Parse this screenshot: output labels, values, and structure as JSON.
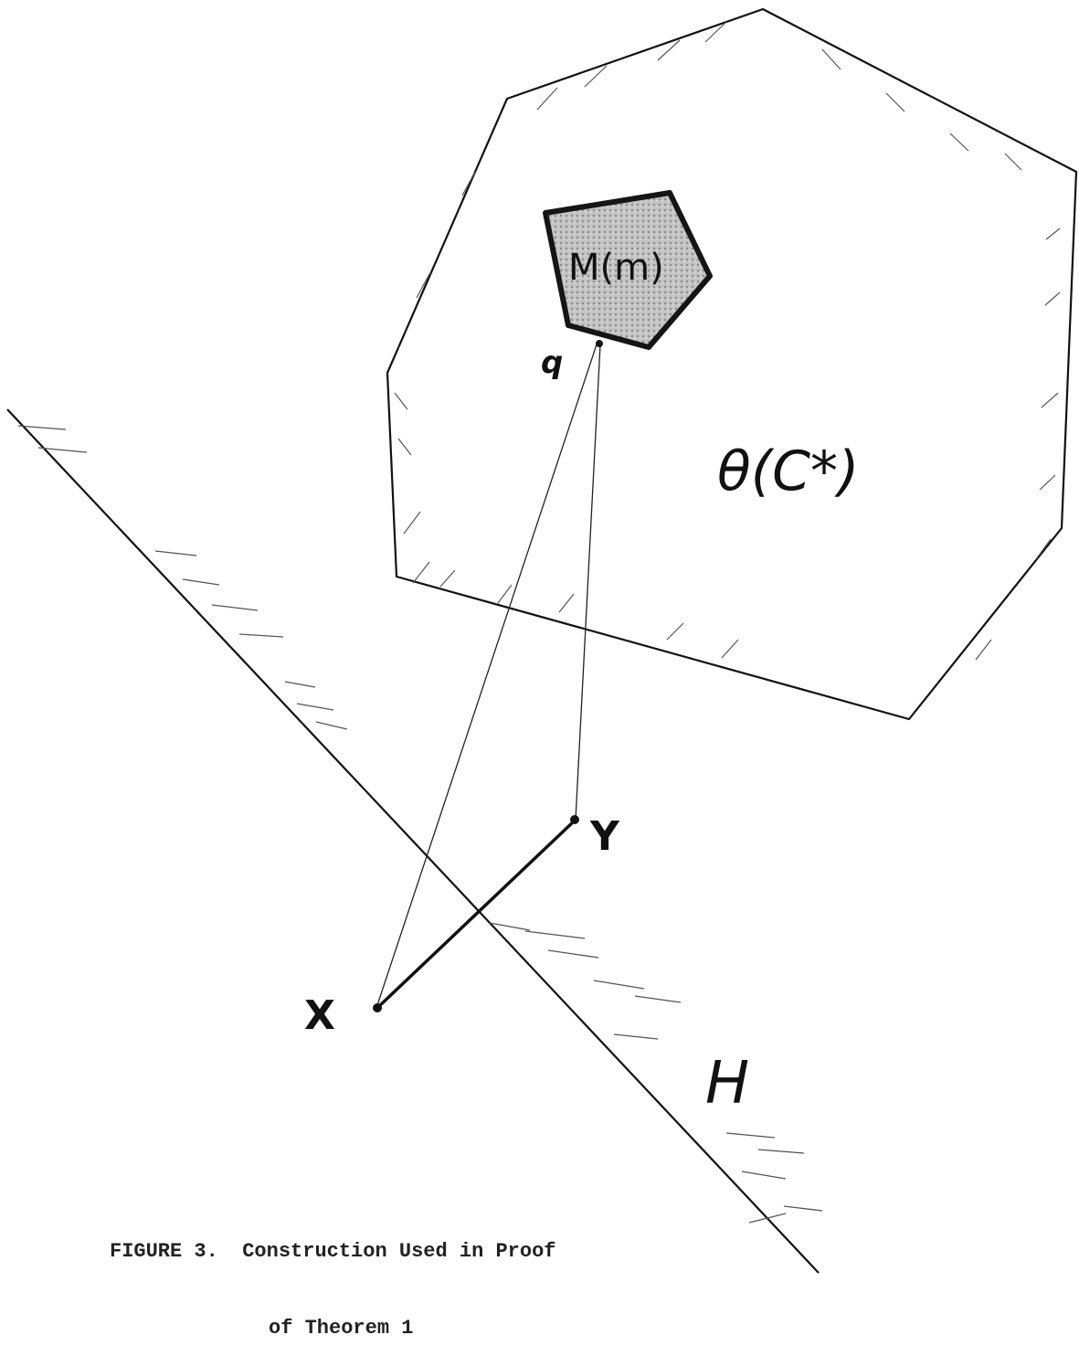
{
  "labels": {
    "region_outer": "θ(C*)",
    "region_inner": "M(m)",
    "point_q": "q",
    "point_x": "X",
    "point_y": "Y",
    "halfplane": "H"
  },
  "caption": {
    "number": "FIGURE 3.",
    "line1": "Construction Used in Proof",
    "line2": "of Theorem 1"
  },
  "colors": {
    "ink": "#111111",
    "inner_fill": "#b8b8b8"
  }
}
